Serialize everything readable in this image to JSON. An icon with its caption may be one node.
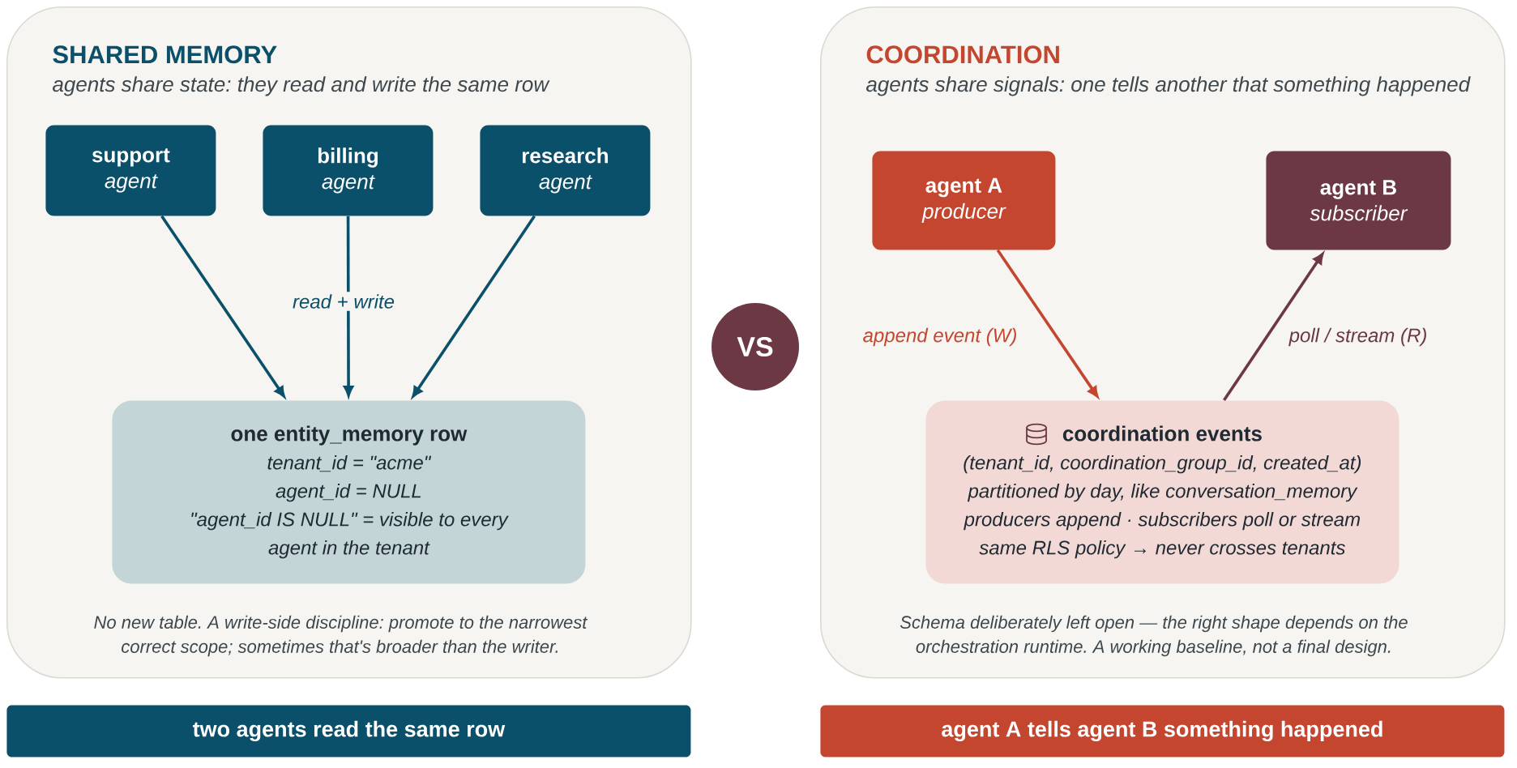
{
  "diagram": {
    "nodes": [
      {
        "text": [
          "SHARED MEMORY",
          "agents share state: they read and write the same row",
          "No new table. A write-side discipline: promote to the narrowest correct scope; sometimes that's broader than the writer."
        ]
      },
      {
        "text": [
          "support",
          "agent"
        ],
        "in": 0
      },
      {
        "text": [
          "billing",
          "agent"
        ],
        "in": 0
      },
      {
        "text": [
          "research",
          "agent"
        ],
        "in": 0
      },
      {
        "text": [
          "one entity_memory row",
          "tenant_id = \"acme\"",
          "agent_id = NULL",
          "\"agent_id IS NULL\" = visible to every agent in the tenant"
        ],
        "in": 0
      },
      {
        "text": [
          "VS"
        ]
      },
      {
        "text": [
          "COORDINATION",
          "agents share signals: one tells another that something happened",
          "Schema deliberately left open — the right shape depends on the orchestration runtime. A working baseline, not a final design."
        ]
      },
      {
        "text": [
          "agent A",
          "producer"
        ],
        "in": 6
      },
      {
        "text": [
          "agent B",
          "subscriber"
        ],
        "in": 6
      },
      {
        "text": [
          "coordination events",
          "(tenant_id, coordination_group_id, created_at)",
          "partitioned by day, like conversation_memory",
          "producers append · subscribers poll or stream",
          "same RLS policy → never crosses tenants"
        ],
        "in": 6
      },
      {
        "text": [
          "two agents read the same row"
        ]
      },
      {
        "text": [
          "agent A tells agent B something happened"
        ]
      }
    ],
    "edges": [
      {
        "from": 1,
        "to": 4,
        "arrow": "to"
      },
      {
        "from": 2,
        "to": 4,
        "arrow": "to",
        "label": "read + write"
      },
      {
        "from": 3,
        "to": 4,
        "arrow": "to"
      },
      {
        "from": 7,
        "to": 9,
        "arrow": "to",
        "label": "append event (W)",
        "color": "#c4462f"
      },
      {
        "from": 9,
        "to": 8,
        "arrow": "to",
        "label": "poll / stream (R)",
        "color": "#6b3843"
      }
    ]
  }
}
